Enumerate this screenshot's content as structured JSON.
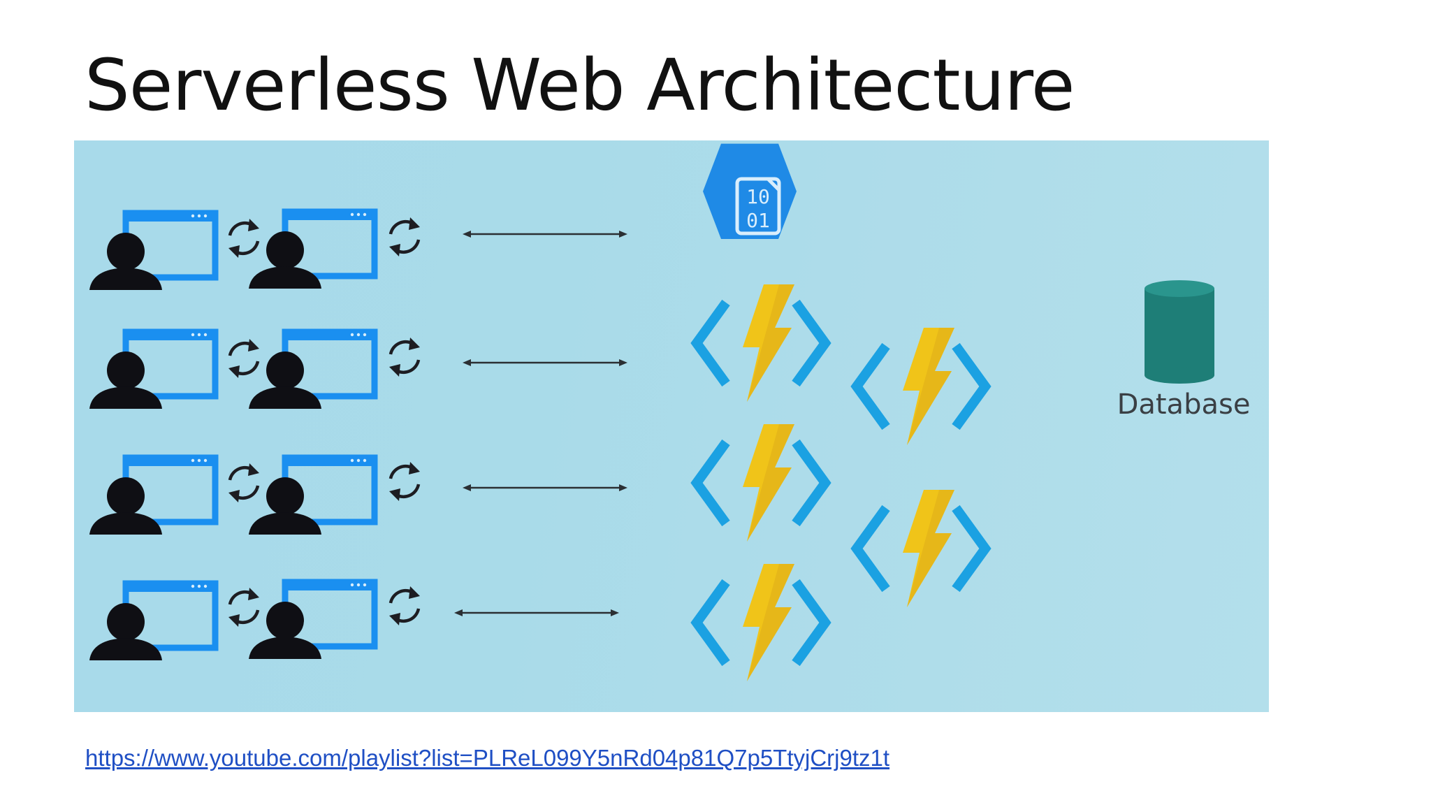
{
  "slide": {
    "title": "Serverless Web Architecture",
    "link_text": "https://www.youtube.com/playlist?list=PLReL099Y5nRd04p81Q7p5TtyjCrj9tz1t"
  },
  "diagram": {
    "database_label": "Database",
    "blob_storage_text_top": "10",
    "blob_storage_text_bottom": "01",
    "client_rows": 4,
    "clients_per_row": 2,
    "function_column_1_count": 3,
    "function_column_2_count": 2,
    "icons": [
      "user-icon",
      "browser-window-icon",
      "refresh-icon",
      "double-arrow",
      "blob-storage-icon",
      "azure-function-icon",
      "database-icon"
    ],
    "colors": {
      "background": "#a9dbe9",
      "user": "#0f0f14",
      "browser": "#1a8ff0",
      "function_bracket": "#1ba1e2",
      "lightning": "#f0c419",
      "storage": "#1f8ae6",
      "database": "#1e7e77",
      "link": "#1f4fc4"
    }
  }
}
